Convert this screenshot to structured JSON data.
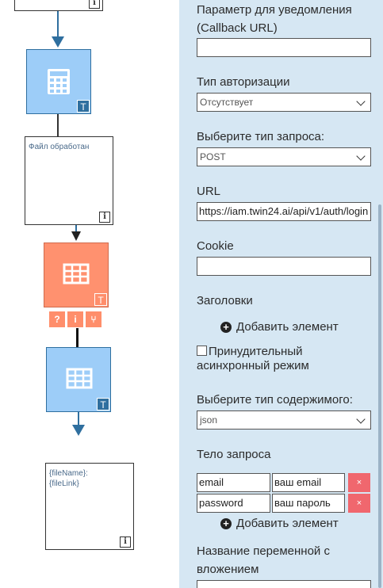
{
  "canvas": {
    "node_file_processed_text": "Файл обработан",
    "node_last_text": "{fileName}:\n{fileLink}",
    "info_icon_glyph": "i",
    "t_badge": "T",
    "action_icons": {
      "help": "?",
      "info": "i",
      "branch": "⑂"
    }
  },
  "panel": {
    "callback_label": "Параметр для уведомления (Callback URL)",
    "callback_value": "",
    "auth_type_label": "Тип авторизации",
    "auth_type_value": "Отсутствует",
    "request_type_label": "Выберите тип запроса:",
    "request_type_value": "POST",
    "url_label": "URL",
    "url_value": "https://iam.twin24.ai/api/v1/auth/login",
    "cookie_label": "Cookie",
    "cookie_value": "",
    "headers_label": "Заголовки",
    "add_element_label": "Добавить элемент",
    "async_label": "Принудительный асинхронный режим",
    "content_type_label": "Выберите тип содержимого:",
    "content_type_value": "json",
    "body_label": "Тело запроса",
    "body_rows": [
      {
        "key": "email",
        "value": "ваш email"
      },
      {
        "key": "password",
        "value": "ваш пароль"
      }
    ],
    "delete_glyph": "×",
    "attachment_var_label": "Название переменной с вложением"
  }
}
